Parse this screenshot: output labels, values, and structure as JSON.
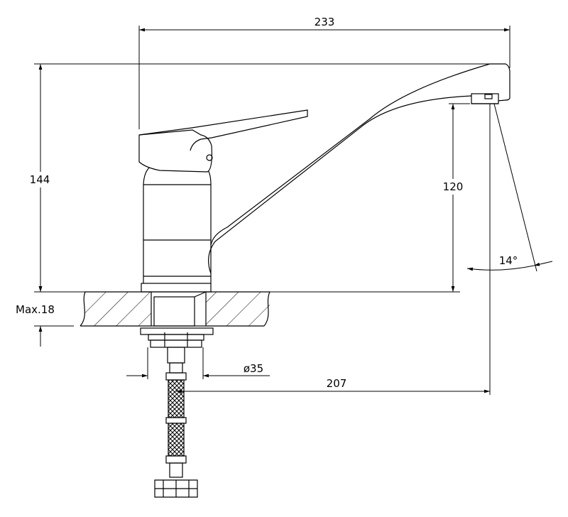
{
  "dimensions": {
    "overall_width": "233",
    "overall_height": "144",
    "spout_height": "120",
    "spout_angle": "14°",
    "counter_max_thickness": "Max.18",
    "base_diameter": "ø35",
    "spout_reach": "207"
  }
}
